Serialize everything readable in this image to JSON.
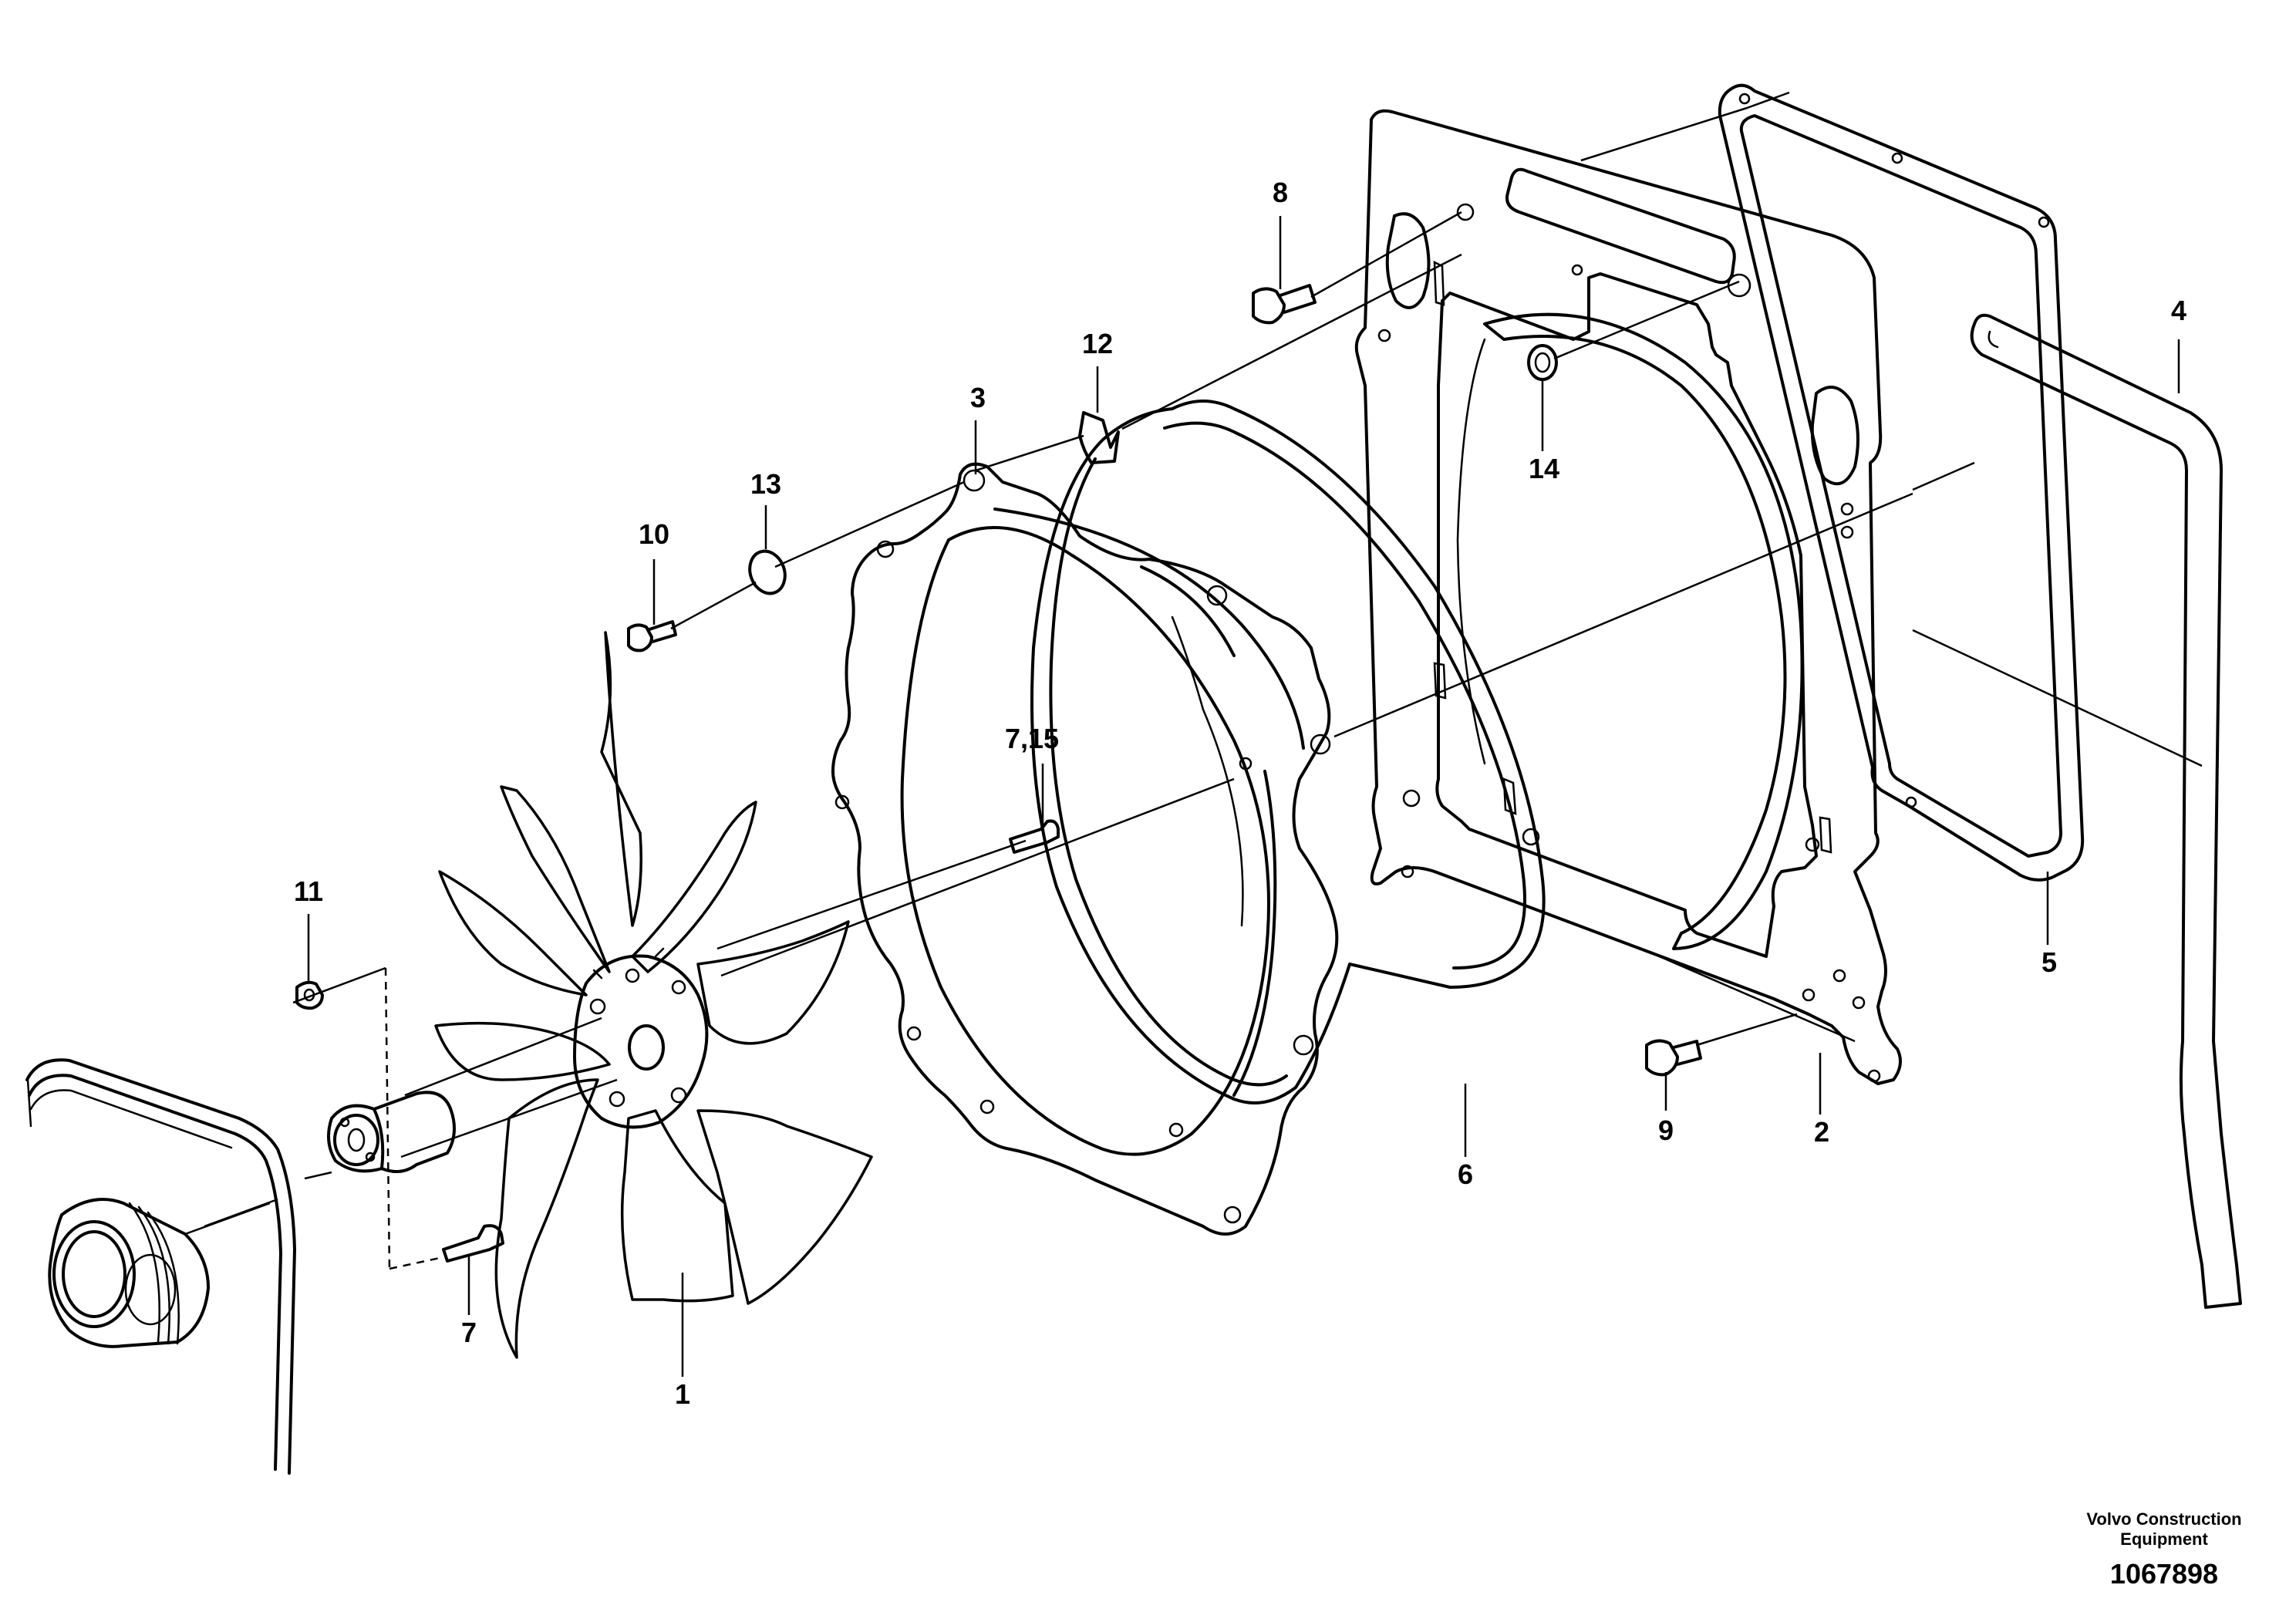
{
  "callouts": {
    "c1": "1",
    "c2": "2",
    "c3": "3",
    "c4": "4",
    "c5": "5",
    "c6": "6",
    "c7": "7",
    "c7_15": "7,15",
    "c8": "8",
    "c9": "9",
    "c10": "10",
    "c11": "11",
    "c12": "12",
    "c13": "13",
    "c14": "14"
  },
  "footer": {
    "brand_line1": "Volvo Construction",
    "brand_line2": "Equipment",
    "figure_number": "1067898"
  }
}
